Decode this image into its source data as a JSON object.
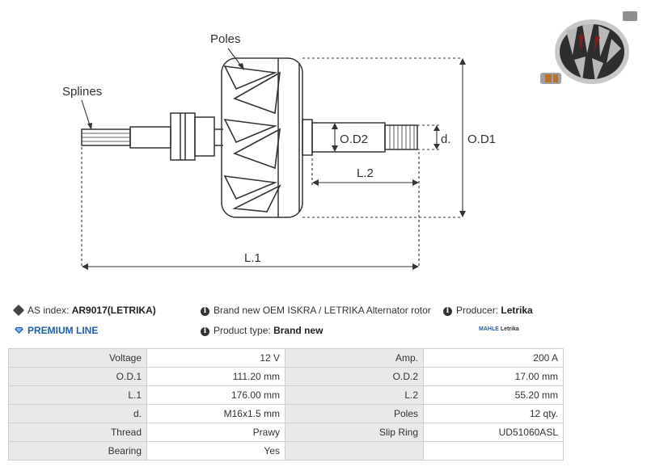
{
  "diagram": {
    "labels": {
      "poles": "Poles",
      "splines": "Splines",
      "od1": "O.D1",
      "od2": "O.D2",
      "d": "d.",
      "l1": "L.1",
      "l2": "L.2"
    }
  },
  "info": {
    "as_index_label": "AS index:",
    "as_index_value": "AR9017(LETRIKA)",
    "description": "Brand new OEM ISKRA / LETRIKA Alternator rotor",
    "producer_label": "Producer:",
    "producer_value": "Letrika",
    "premium_line": "PREMIUM LINE",
    "product_type_label": "Product type:",
    "product_type_value": "Brand new",
    "logo_text": "MAHLE",
    "logo_sub": "Letrika"
  },
  "specs": [
    {
      "l1": "Voltage",
      "v1": "12 V",
      "l2": "Amp.",
      "v2": "200 A"
    },
    {
      "l1": "O.D.1",
      "v1": "111.20 mm",
      "l2": "O.D.2",
      "v2": "17.00 mm"
    },
    {
      "l1": "L.1",
      "v1": "176.00 mm",
      "l2": "L.2",
      "v2": "55.20 mm"
    },
    {
      "l1": "d.",
      "v1": "M16x1.5 mm",
      "l2": "Poles",
      "v2": "12 qty."
    },
    {
      "l1": "Thread",
      "v1": "Prawy",
      "l2": "Slip Ring",
      "v2": "UD51060ASL"
    },
    {
      "l1": "Bearing",
      "v1": "Yes",
      "l2": "",
      "v2": ""
    }
  ],
  "colors": {
    "accent": "#1f5fa8",
    "label_bg": "#e9e9e9",
    "border": "#cfcfcf"
  }
}
